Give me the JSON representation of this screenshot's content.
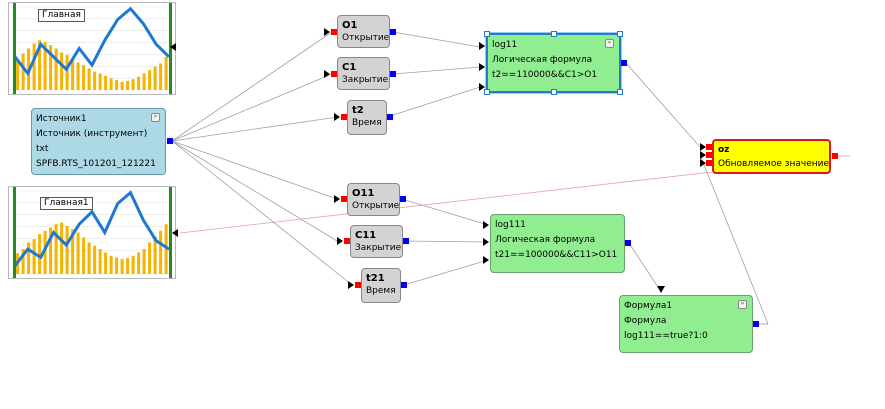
{
  "charts": [
    {
      "title": "Главная",
      "bars": [
        0.35,
        0.44,
        0.5,
        0.56,
        0.6,
        0.58,
        0.54,
        0.5,
        0.45,
        0.42,
        0.38,
        0.33,
        0.3,
        0.26,
        0.22,
        0.2,
        0.17,
        0.14,
        0.12,
        0.1,
        0.11,
        0.13,
        0.16,
        0.2,
        0.24,
        0.28,
        0.32,
        0.4
      ],
      "line": [
        0.4,
        0.2,
        0.55,
        0.4,
        0.25,
        0.5,
        0.3,
        0.6,
        0.85,
        0.98,
        0.8,
        0.55,
        0.4
      ]
    },
    {
      "title": "Главная1",
      "bars": [
        0.25,
        0.3,
        0.38,
        0.42,
        0.48,
        0.52,
        0.56,
        0.6,
        0.62,
        0.58,
        0.54,
        0.5,
        0.44,
        0.38,
        0.34,
        0.3,
        0.26,
        0.22,
        0.2,
        0.18,
        0.19,
        0.22,
        0.26,
        0.3,
        0.38,
        0.45,
        0.52,
        0.6
      ],
      "line": [
        0.1,
        0.3,
        0.2,
        0.5,
        0.35,
        0.6,
        0.75,
        0.5,
        0.85,
        0.98,
        0.65,
        0.4,
        0.3
      ]
    }
  ],
  "source": {
    "name": "Источник1",
    "type": "Источник (инструмент)",
    "format": "txt",
    "file": "SPFB.RTS_101201_121221"
  },
  "nodes": {
    "o1": {
      "name": "O1",
      "label": "Открытие"
    },
    "c1": {
      "name": "C1",
      "label": "Закрытие"
    },
    "t2": {
      "name": "t2",
      "label": "Время"
    },
    "o11": {
      "name": "O11",
      "label": "Открытие"
    },
    "c11": {
      "name": "C11",
      "label": "Закрытие"
    },
    "t21": {
      "name": "t21",
      "label": "Время"
    }
  },
  "log11": {
    "name": "log11",
    "type": "Логическая формула",
    "formula": "t2==110000&&C1>O1"
  },
  "log111": {
    "name": "log111",
    "type": "Логическая формула",
    "formula": "t21==100000&&C11>O11"
  },
  "formula1": {
    "name": "Формула1",
    "type": "Формула",
    "formula": "log111==true?1:0"
  },
  "oz": {
    "name": "oz",
    "type": "Обновляемое значение"
  },
  "colors": {
    "grey": "#d3d3d3",
    "green": "#90ee90",
    "blue": "#add8e6",
    "yellow": "#ffff00",
    "pin_out": "#0000ff",
    "pin_in": "#ff0000",
    "bar": "#f5b400",
    "line": "#1e78d2"
  }
}
